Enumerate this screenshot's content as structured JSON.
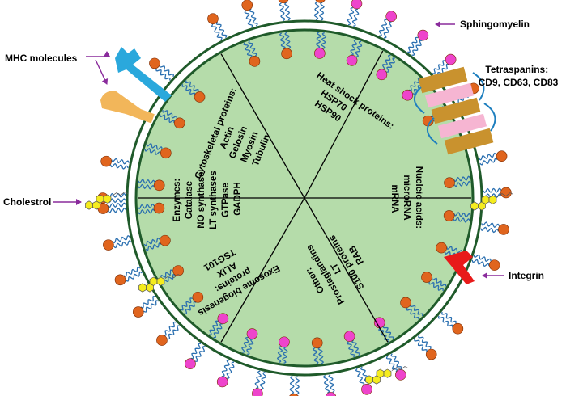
{
  "outer_labels": {
    "mhc": "MHC molecules",
    "sphingomyelin": "Sphingomyelin",
    "tetraspanins_line1": "Tetraspanins:",
    "tetraspanins_line2": "CD9, CD63, CD83",
    "cholestrol": "Cholestrol",
    "integrin": "Integrin"
  },
  "segments": {
    "cytoskeletal": [
      "Cytoskeletal proteins:",
      "Actin",
      "Gelosin",
      "Myosin",
      "Tubulin"
    ],
    "heat_shock": [
      "Heat shock proteins:",
      "HSP70",
      "HSP90"
    ],
    "nucleic": [
      "Nucleic acids:",
      "microRNA",
      "mRNA"
    ],
    "other": [
      "Other:",
      "Prostaglandins",
      "LT",
      "S100 proteins",
      "RAB"
    ],
    "exosome": [
      "Exosome biogenesis",
      "proteins:",
      "ALIX",
      "TSG101"
    ],
    "enzymes": [
      "Enzymes:",
      "Catalase",
      "NO synthase",
      "LT synthases",
      "GTPase",
      "GADPH"
    ]
  },
  "colors": {
    "membrane": "#1f5a2a",
    "interior": "#b5dcaa",
    "lipid_head": "#e0651e",
    "sphingomyelin_head": "#ee44cc",
    "mhc": "#2aa8dc",
    "receptor": "#f2b65a",
    "tetraspanin_dark": "#c9922e",
    "tetraspanin_light": "#f6b5d2",
    "integrin": "#e81a1a",
    "cholesterol": "#f5ec1e",
    "arrow": "#8a2b9c"
  }
}
